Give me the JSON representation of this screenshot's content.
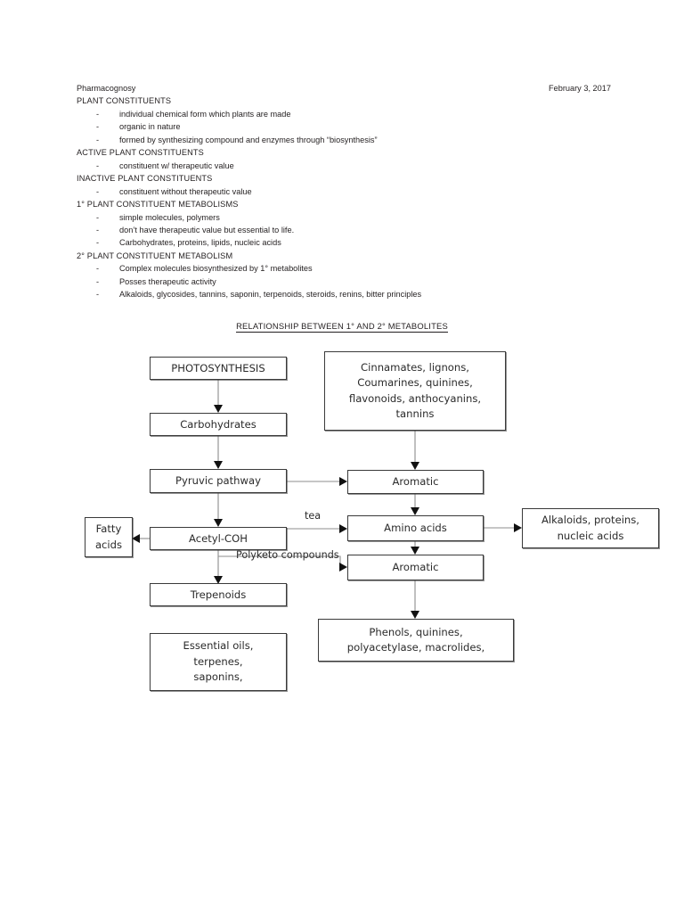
{
  "header": {
    "course": "Pharmacognosy",
    "date": "February 3, 2017"
  },
  "notes": [
    {
      "type": "heading",
      "text": "PLANT CONSTITUENTS"
    },
    {
      "type": "bullet",
      "dash": "-",
      "text": "individual chemical form which plants are made"
    },
    {
      "type": "bullet",
      "dash": "-",
      "text": "organic in nature"
    },
    {
      "type": "bullet",
      "dash": "-",
      "text": "formed by synthesizing compound and enzymes through “biosynthesis”"
    },
    {
      "type": "heading",
      "text": "ACTIVE PLANT CONSTITUENTS"
    },
    {
      "type": "bullet",
      "dash": "-",
      "text": "constituent w/ therapeutic value"
    },
    {
      "type": "heading",
      "text": "INACTIVE PLANT CONSTITUENTS"
    },
    {
      "type": "bullet",
      "dash": "-",
      "text": "constituent without therapeutic value"
    },
    {
      "type": "heading",
      "text": "1° PLANT CONSTITUENT METABOLISMS"
    },
    {
      "type": "bullet",
      "dash": "-",
      "text": "simple molecules, polymers"
    },
    {
      "type": "bullet",
      "dash": "-",
      "text": "don’t have therapeutic value but essential to life."
    },
    {
      "type": "bullet",
      "dash": "-",
      "text": "Carbohydrates, proteins, lipids, nucleic acids"
    },
    {
      "type": "heading",
      "text": "2° PLANT CONSTITUENT METABOLISM"
    },
    {
      "type": "bullet",
      "dash": "-",
      "text": "Complex molecules biosynthesized by 1° metabolites"
    },
    {
      "type": "bullet",
      "dash": "-",
      "text": "Posses therapeutic activity"
    },
    {
      "type": "bullet",
      "dash": "-",
      "text": "Alkaloids, glycosides, tannins, saponin, terpenoids, steroids, renins, bitter principles"
    }
  ],
  "diagram": {
    "title": "RELATIONSHIP BETWEEN 1° AND 2° METABOLITES",
    "nodes": {
      "photosynthesis": "PHOTOSYNTHESIS",
      "carbohydrates": "Carbohydrates",
      "pyruvic": "Pyruvic pathway",
      "acetyl": "Acetyl-COH",
      "trepenoids": "Trepenoids",
      "fatty_acids": "Fatty\nacids",
      "essential_oils": "Essential oils,\nterpenes,\nsaponins,",
      "cinnamates": "Cinnamates, lignons,\nCoumarines, quinines,\nflavonoids, anthocyanins,\ntannins",
      "aromatic_top": "Aromatic",
      "amino_acids": "Amino acids",
      "aromatic_bottom": "Aromatic",
      "alkaloids": "Alkaloids, proteins,\nnucleic acids",
      "phenols": "Phenols, quinines,\npolyacetylase, macrolides,"
    },
    "edge_labels": {
      "tea": "tea",
      "polyketo": "Polyketo compounds"
    }
  }
}
